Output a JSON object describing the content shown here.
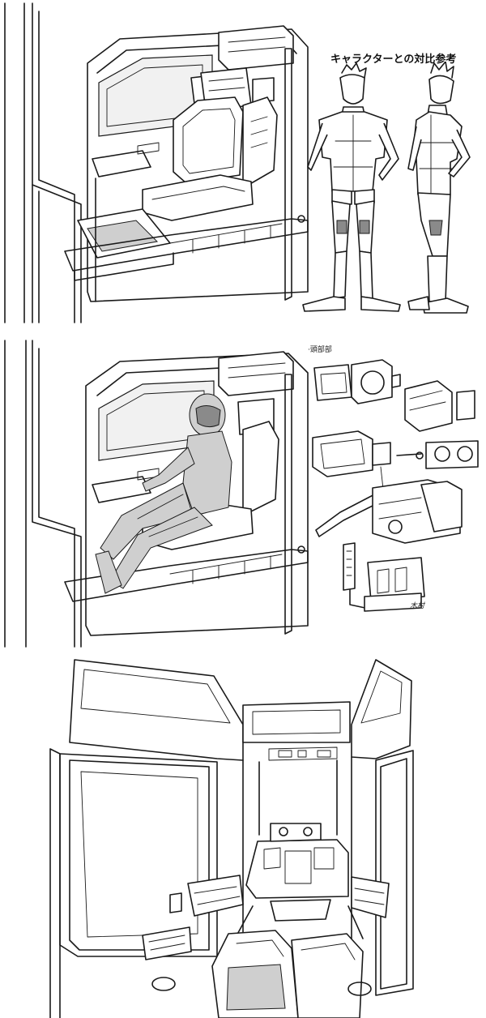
{
  "panel_1": {
    "caption": "キャラクターとの対比参考"
  },
  "panel_2": {
    "parts_label": "·頭部部",
    "signature": "木村"
  },
  "panel_3": {},
  "colors": {
    "ink": "#1a1a1a",
    "paper": "#ffffff",
    "screentone": "#cfcfcf"
  },
  "icons": [
    "cockpit-seat-sketch",
    "character-turnaround-sketch",
    "helmet-parts-sketch",
    "cockpit-interior-perspective-sketch"
  ]
}
